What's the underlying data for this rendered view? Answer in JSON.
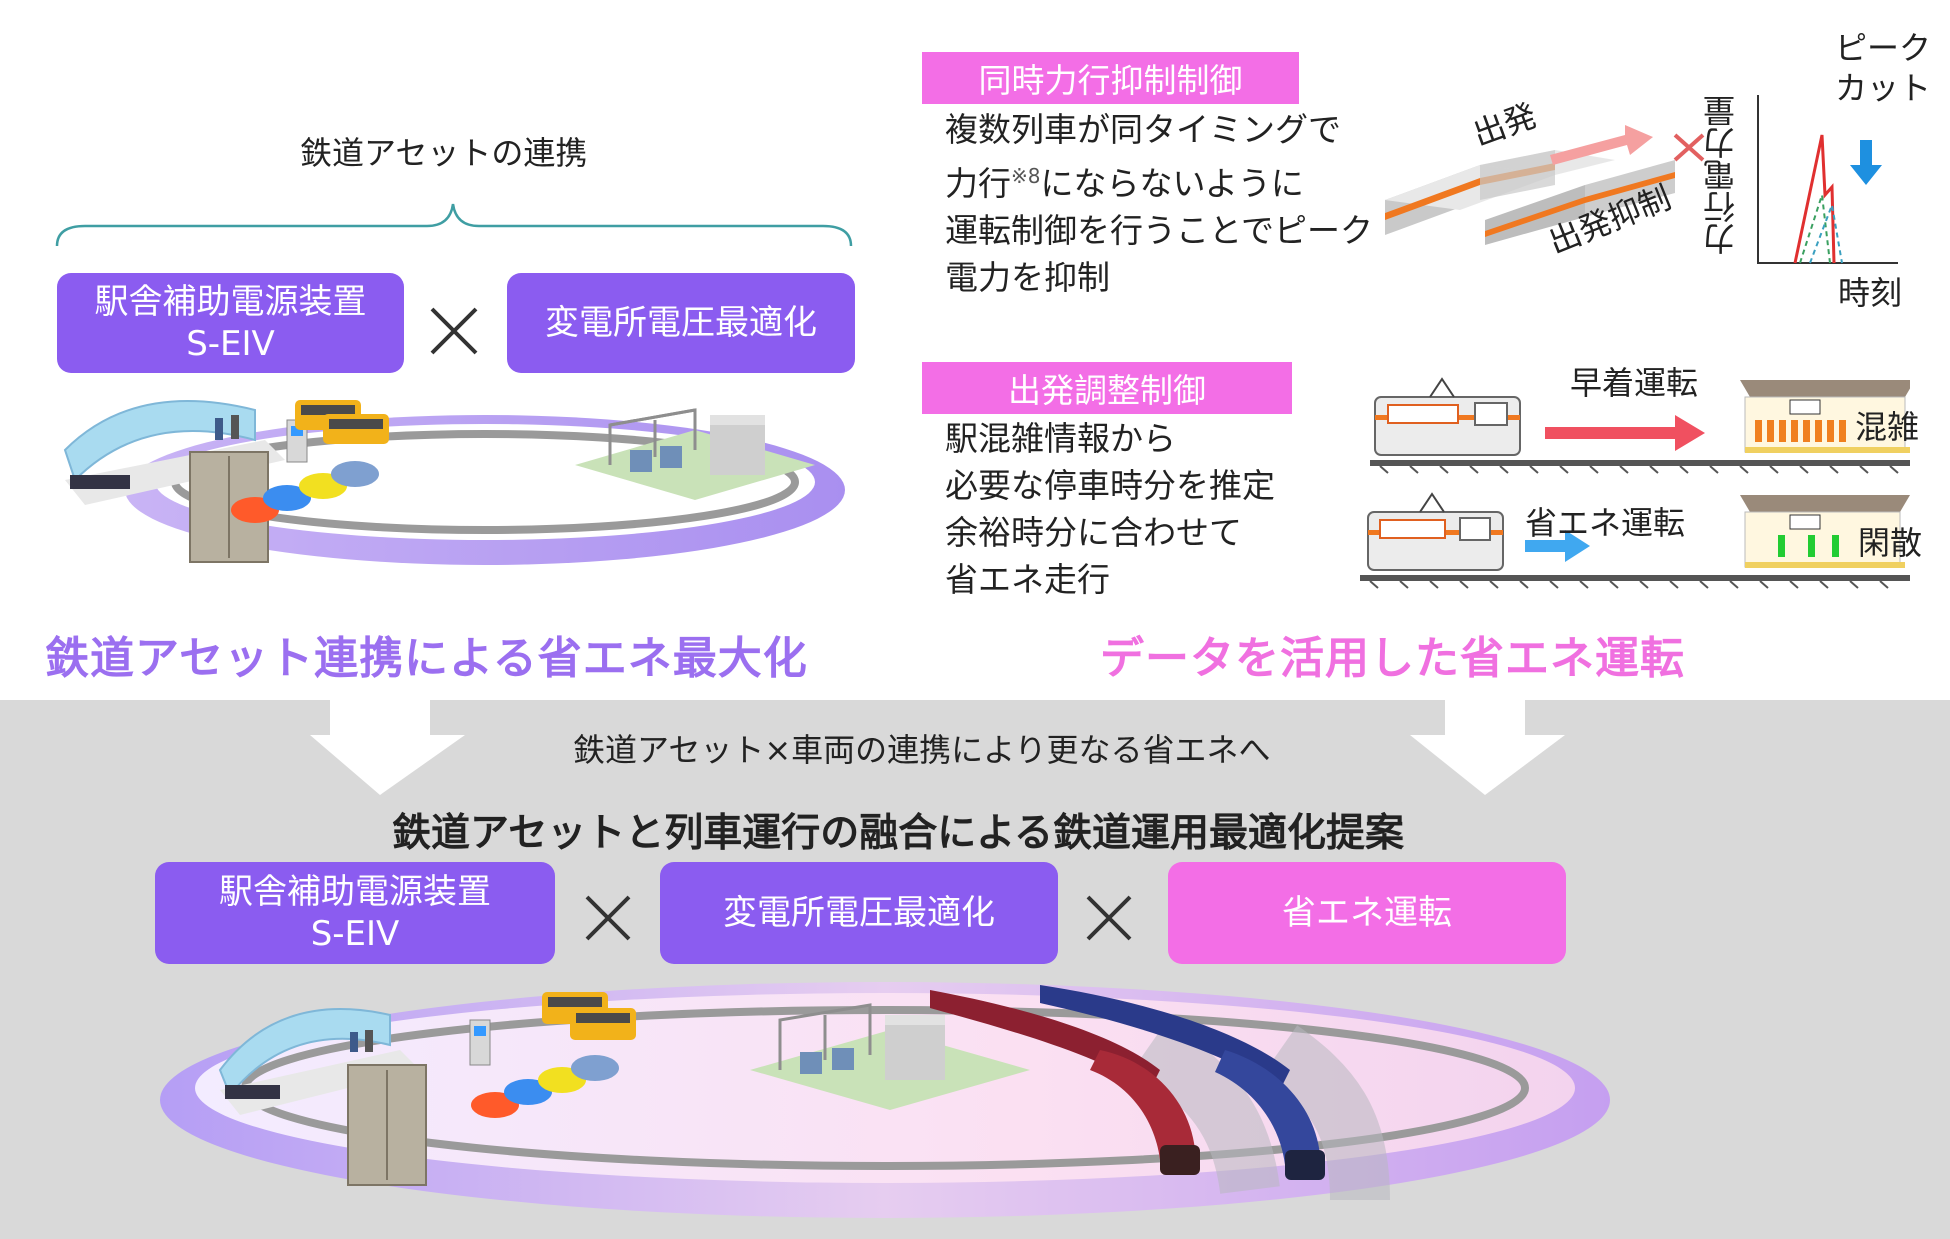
{
  "top_left": {
    "brace_label": "鉄道アセットの連携",
    "box_seiv_line1": "駅舎補助電源装置",
    "box_seiv_line2": "S-EIV",
    "box_substation": "変電所電圧最適化",
    "headline": "鉄道アセット連携による省エネ最大化"
  },
  "top_right": {
    "section1": {
      "label": "同時力行抑制制御",
      "line1": "複数列車が同タイミングで",
      "line2_pre": "力行",
      "line2_sup": "※8",
      "line2_post": "にならないように",
      "line3": "運転制御を行うことでピーク",
      "line4": "電力を抑制",
      "depart": "出発",
      "depart_suppress": "出発抑制",
      "peak_cut_1": "ピーク",
      "peak_cut_2": "カット",
      "ylabel": "力行電力量",
      "xlabel": "時刻"
    },
    "section2": {
      "label": "出発調整制御",
      "line1": "駅混雑情報から",
      "line2": "必要な停車時分を推定",
      "line3": "余裕時分に合わせて",
      "line4": "省エネ走行",
      "early_run": "早着運転",
      "crowded": "混雑",
      "eco_run": "省エネ運転",
      "quiet": "閑散"
    },
    "headline": "データを活用した省エネ運転"
  },
  "bottom": {
    "subtitle": "鉄道アセット×車両の連携により更なる省エネへ",
    "title": "鉄道アセットと列車運行の融合による鉄道運用最適化提案",
    "box_seiv_line1": "駅舎補助電源装置",
    "box_seiv_line2": "S-EIV",
    "box_substation": "変電所電圧最適化",
    "box_eco": "省エネ運転"
  },
  "colors": {
    "purple": "#8b5cf0",
    "pink": "#f36ee6",
    "gray_band": "#d9d9d9",
    "headline_purple": "#9b6ff0",
    "headline_pink": "#f070e0"
  }
}
